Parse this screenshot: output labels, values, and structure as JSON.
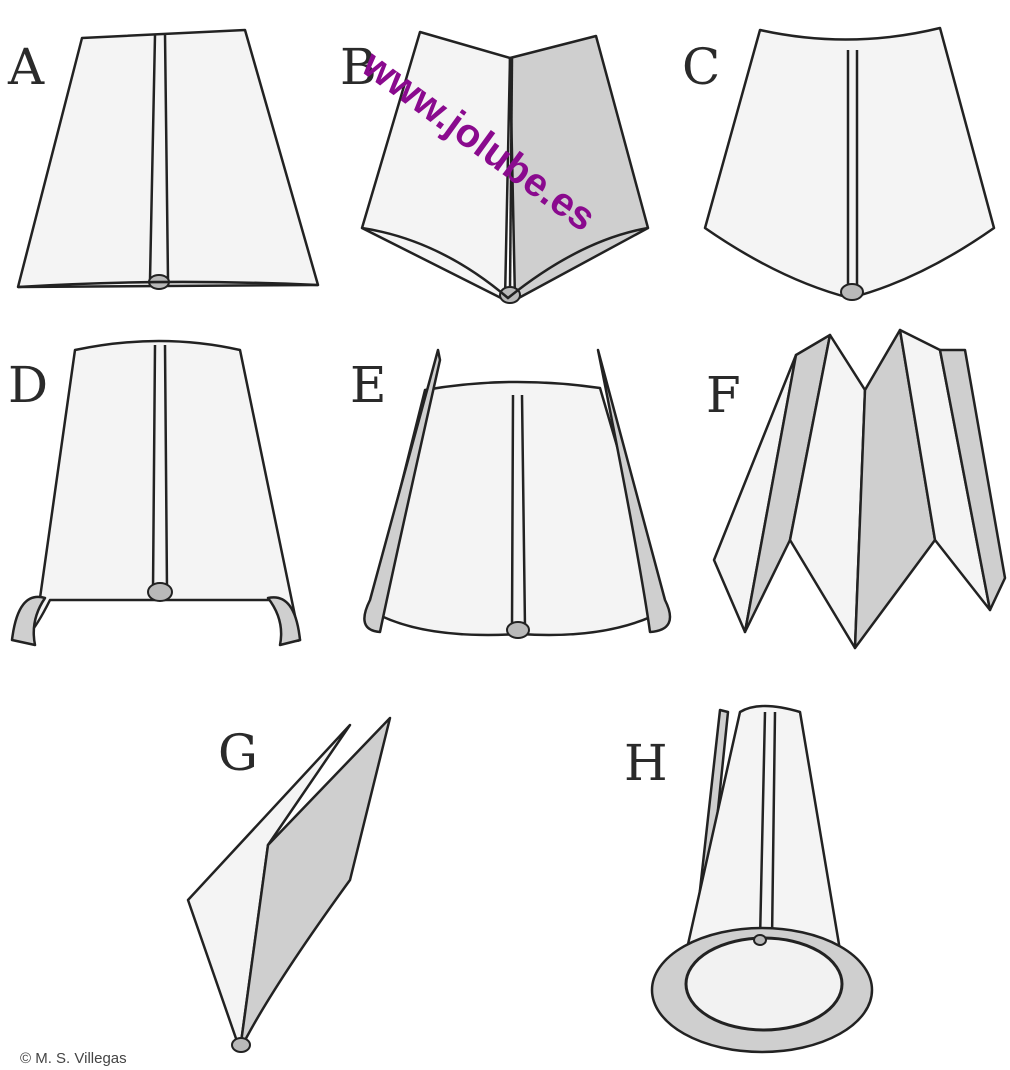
{
  "labels": {
    "a": "A",
    "b": "B",
    "c": "C",
    "d": "D",
    "e": "E",
    "f": "F",
    "g": "G",
    "h": "H"
  },
  "watermark": "www.jolube.es",
  "credit": "© M. S. Villegas",
  "colors": {
    "watermark": "#8a0a8e",
    "ink": "#222222",
    "paper": "#f4f4f4"
  }
}
